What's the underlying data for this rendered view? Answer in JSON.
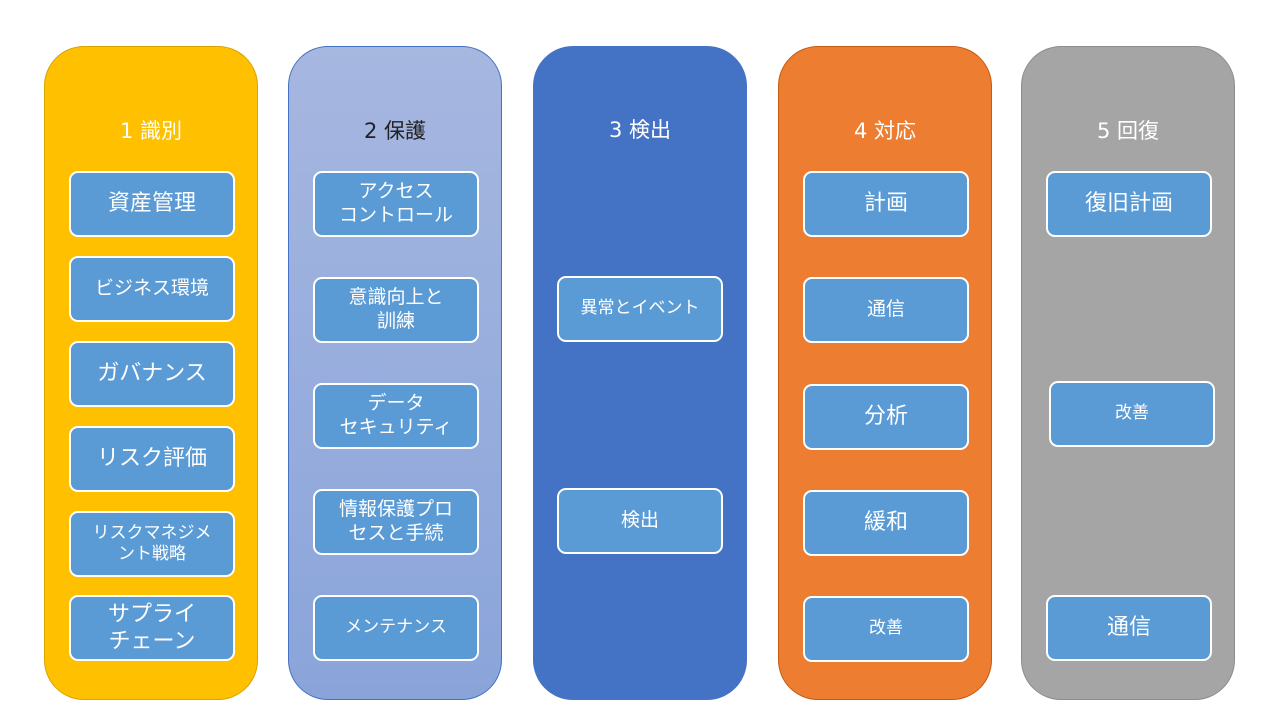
{
  "columns": [
    {
      "title": "1 識別",
      "color": "#ffc000",
      "items": [
        "資産管理",
        "ビジネス環境",
        "ガバナンス",
        "リスク評価",
        "リスクマネジメ\nント戦略",
        "サプライ\nチェーン"
      ]
    },
    {
      "title": "2 保護",
      "color": "#8fa9dc",
      "items": [
        "アクセス\nコントロール",
        "意識向上と\n訓練",
        "データ\nセキュリティ",
        "情報保護プロ\nセスと手続",
        "メンテナンス"
      ]
    },
    {
      "title": "3 検出",
      "color": "#4472c4",
      "items": [
        "異常とイベント",
        "検出"
      ]
    },
    {
      "title": "4 対応",
      "color": "#ed7d31",
      "items": [
        "計画",
        "通信",
        "分析",
        "緩和",
        "改善"
      ]
    },
    {
      "title": "5 回復",
      "color": "#a5a5a5",
      "items": [
        "復旧計画",
        "改善",
        "通信"
      ]
    }
  ],
  "box_color": "#5b9bd5"
}
